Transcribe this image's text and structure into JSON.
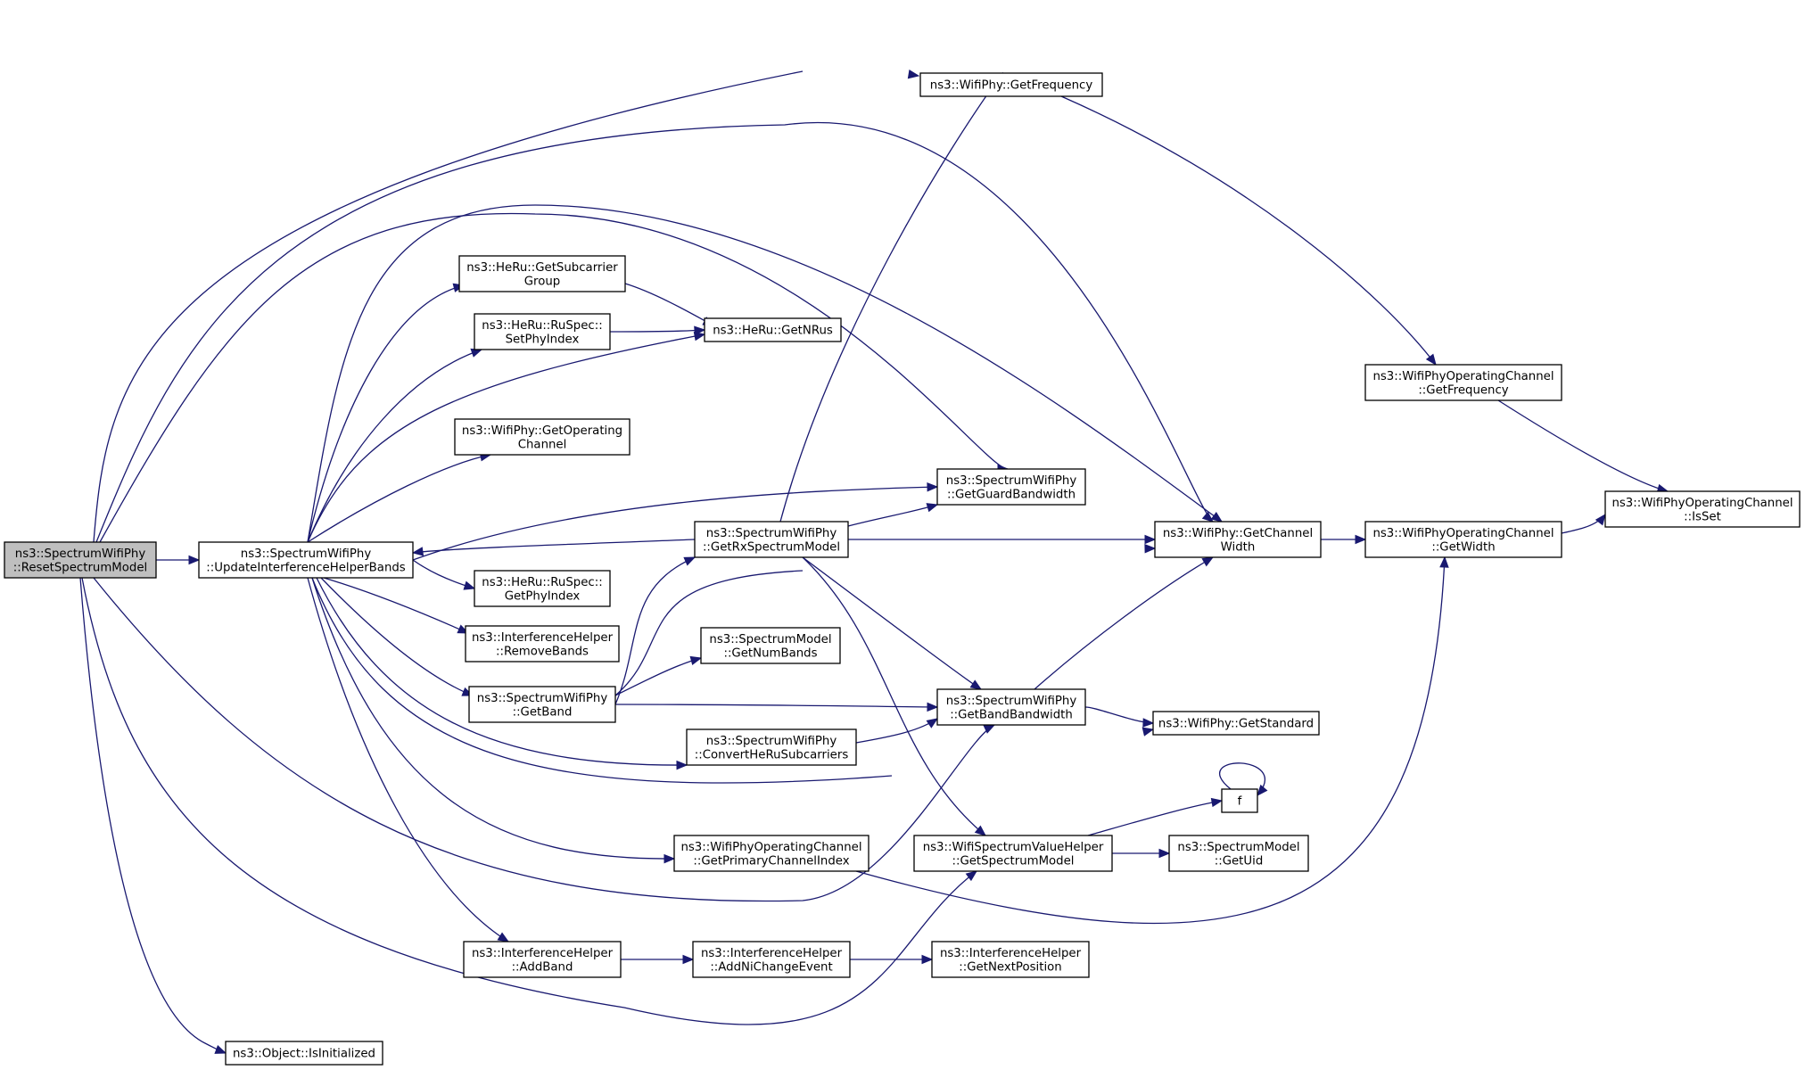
{
  "diagram": {
    "type": "call-graph",
    "colors": {
      "edge": "#191970",
      "root_fill": "#bfbfbf",
      "node_fill": "#ffffff",
      "node_border": "#000000"
    },
    "nodes": [
      {
        "id": "reset",
        "lines": [
          "ns3::SpectrumWifiPhy",
          "::ResetSpectrumModel"
        ],
        "root": true
      },
      {
        "id": "update",
        "lines": [
          "ns3::SpectrumWifiPhy",
          "::UpdateInterferenceHelperBands"
        ]
      },
      {
        "id": "isinit",
        "lines": [
          "ns3::Object::IsInitialized"
        ]
      },
      {
        "id": "getfreq",
        "lines": [
          "ns3::WifiPhy::GetFrequency"
        ]
      },
      {
        "id": "subgroup",
        "lines": [
          "ns3::HeRu::GetSubcarrier",
          "Group"
        ]
      },
      {
        "id": "setphy",
        "lines": [
          "ns3::HeRu::RuSpec::",
          "SetPhyIndex"
        ]
      },
      {
        "id": "getnrus",
        "lines": [
          "ns3::HeRu::GetNRus"
        ]
      },
      {
        "id": "getopch",
        "lines": [
          "ns3::WifiPhy::GetOperating",
          "Channel"
        ]
      },
      {
        "id": "getguard",
        "lines": [
          "ns3::SpectrumWifiPhy",
          "::GetGuardBandwidth"
        ]
      },
      {
        "id": "getrx",
        "lines": [
          "ns3::SpectrumWifiPhy",
          "::GetRxSpectrumModel"
        ]
      },
      {
        "id": "getchw",
        "lines": [
          "ns3::WifiPhy::GetChannel",
          "Width"
        ]
      },
      {
        "id": "getphyidx",
        "lines": [
          "ns3::HeRu::RuSpec::",
          "GetPhyIndex"
        ]
      },
      {
        "id": "removebands",
        "lines": [
          "ns3::InterferenceHelper",
          "::RemoveBands"
        ]
      },
      {
        "id": "getnumbands",
        "lines": [
          "ns3::SpectrumModel",
          "::GetNumBands"
        ]
      },
      {
        "id": "getband",
        "lines": [
          "ns3::SpectrumWifiPhy",
          "::GetBand"
        ]
      },
      {
        "id": "getbandbw",
        "lines": [
          "ns3::SpectrumWifiPhy",
          "::GetBandBandwidth"
        ]
      },
      {
        "id": "convert",
        "lines": [
          "ns3::SpectrumWifiPhy",
          "::ConvertHeRuSubcarriers"
        ]
      },
      {
        "id": "getstd",
        "lines": [
          "ns3::WifiPhy::GetStandard"
        ]
      },
      {
        "id": "f",
        "lines": [
          "f"
        ]
      },
      {
        "id": "getprim",
        "lines": [
          "ns3::WifiPhyOperatingChannel",
          "::GetPrimaryChannelIndex"
        ]
      },
      {
        "id": "getspecmodel",
        "lines": [
          "ns3::WifiSpectrumValueHelper",
          "::GetSpectrumModel"
        ]
      },
      {
        "id": "getuid",
        "lines": [
          "ns3::SpectrumModel",
          "::GetUid"
        ]
      },
      {
        "id": "addband",
        "lines": [
          "ns3::InterferenceHelper",
          "::AddBand"
        ]
      },
      {
        "id": "addni",
        "lines": [
          "ns3::InterferenceHelper",
          "::AddNiChangeEvent"
        ]
      },
      {
        "id": "getnext",
        "lines": [
          "ns3::InterferenceHelper",
          "::GetNextPosition"
        ]
      },
      {
        "id": "opchfreq",
        "lines": [
          "ns3::WifiPhyOperatingChannel",
          "::GetFrequency"
        ]
      },
      {
        "id": "opchwidth",
        "lines": [
          "ns3::WifiPhyOperatingChannel",
          "::GetWidth"
        ]
      },
      {
        "id": "isset",
        "lines": [
          "ns3::WifiPhyOperatingChannel",
          "::IsSet"
        ]
      }
    ],
    "edges": [
      [
        "reset",
        "update"
      ],
      [
        "reset",
        "getfreq"
      ],
      [
        "reset",
        "getchw"
      ],
      [
        "reset",
        "getguard"
      ],
      [
        "reset",
        "getbandbw"
      ],
      [
        "reset",
        "getspecmodel"
      ],
      [
        "reset",
        "isinit"
      ],
      [
        "update",
        "subgroup"
      ],
      [
        "update",
        "setphy"
      ],
      [
        "update",
        "getnrus"
      ],
      [
        "update",
        "getopch"
      ],
      [
        "update",
        "getguard"
      ],
      [
        "update",
        "getchw"
      ],
      [
        "update",
        "getphyidx"
      ],
      [
        "update",
        "removebands"
      ],
      [
        "update",
        "getband"
      ],
      [
        "update",
        "convert"
      ],
      [
        "update",
        "getstd"
      ],
      [
        "update",
        "getprim"
      ],
      [
        "update",
        "addband"
      ],
      [
        "subgroup",
        "getnrus"
      ],
      [
        "setphy",
        "getnrus"
      ],
      [
        "getrx",
        "update"
      ],
      [
        "getrx",
        "getfreq"
      ],
      [
        "getrx",
        "getguard"
      ],
      [
        "getrx",
        "getchw"
      ],
      [
        "getrx",
        "getbandbw"
      ],
      [
        "getrx",
        "getspecmodel"
      ],
      [
        "getband",
        "getrx"
      ],
      [
        "getband",
        "getchw"
      ],
      [
        "getband",
        "getnumbands"
      ],
      [
        "getband",
        "getbandbw"
      ],
      [
        "convert",
        "getbandbw"
      ],
      [
        "getbandbw",
        "getchw"
      ],
      [
        "getbandbw",
        "getstd"
      ],
      [
        "getfreq",
        "opchfreq"
      ],
      [
        "opchfreq",
        "isset"
      ],
      [
        "getchw",
        "opchwidth"
      ],
      [
        "opchwidth",
        "isset"
      ],
      [
        "getprim",
        "opchwidth"
      ],
      [
        "getspecmodel",
        "f"
      ],
      [
        "f",
        "f"
      ],
      [
        "getspecmodel",
        "getuid"
      ],
      [
        "addband",
        "addni"
      ],
      [
        "addni",
        "getnext"
      ]
    ]
  }
}
